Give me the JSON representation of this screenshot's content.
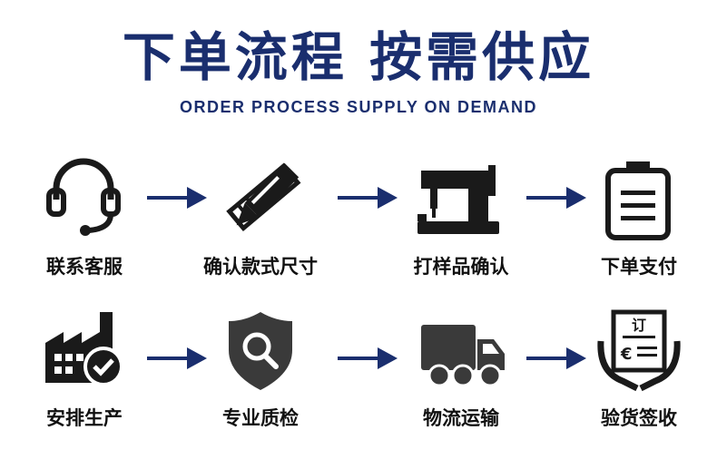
{
  "header": {
    "title": "下单流程  按需供应",
    "subtitle": "ORDER PROCESS SUPPLY ON DEMAND"
  },
  "colors": {
    "title": "#1a2e6e",
    "icon": "#1a1a1a",
    "arrow": "#1a2e6e",
    "text": "#111111"
  },
  "steps": [
    {
      "label": "联系客服",
      "icon": "headset-icon"
    },
    {
      "label": "确认款式尺寸",
      "icon": "pencil-ruler-icon"
    },
    {
      "label": "打样品确认",
      "icon": "sewing-machine-icon"
    },
    {
      "label": "下单支付",
      "icon": "clipboard-icon"
    },
    {
      "label": "安排生产",
      "icon": "factory-icon"
    },
    {
      "label": "专业质检",
      "icon": "shield-search-icon"
    },
    {
      "label": "物流运输",
      "icon": "truck-icon"
    },
    {
      "label": "验货签收",
      "icon": "receipt-hands-icon"
    }
  ],
  "receipt_text": {
    "top": "订",
    "mid": "€"
  }
}
